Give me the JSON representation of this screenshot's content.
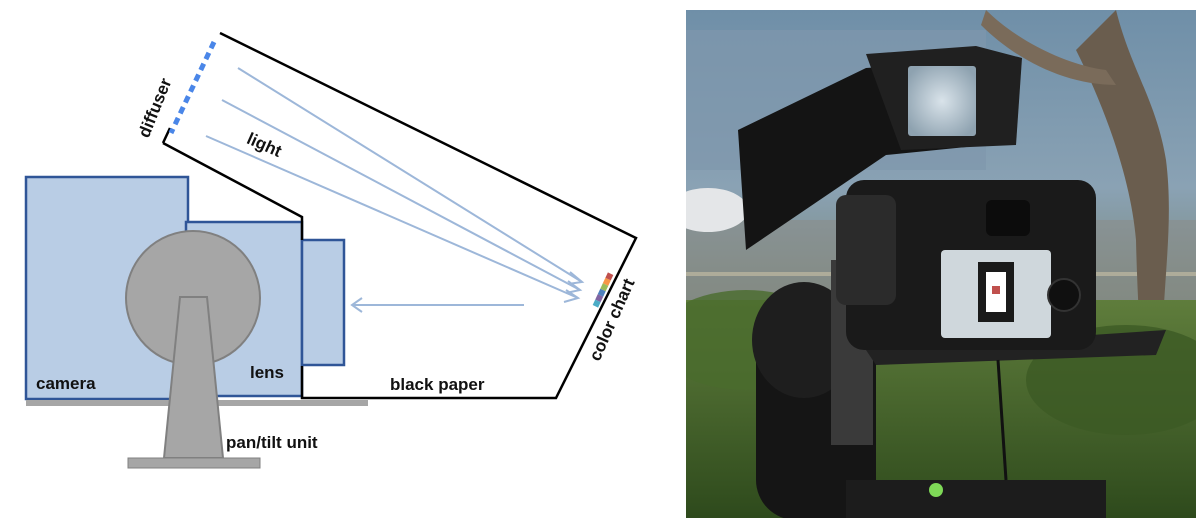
{
  "labels": {
    "diffuser": "diffuser",
    "light": "light",
    "color_chart": "color chart",
    "camera": "camera",
    "lens": "lens",
    "black_paper": "black paper",
    "pan_tilt_unit": "pan/tilt unit"
  },
  "colors": {
    "body_fill": "#b9cde5",
    "body_stroke": "#2f5597",
    "mount_fill": "#a6a6a6",
    "mount_stroke": "#808080",
    "ray": "#9db7d9",
    "diffuser": "#4a86e8",
    "enclosure": "#000000"
  },
  "swatches": [
    "#c0504d",
    "#f79646",
    "#9bbb59",
    "#4f81bd",
    "#8064a2",
    "#4bacc6"
  ],
  "photo": {
    "description_icon": "camera-photo"
  }
}
